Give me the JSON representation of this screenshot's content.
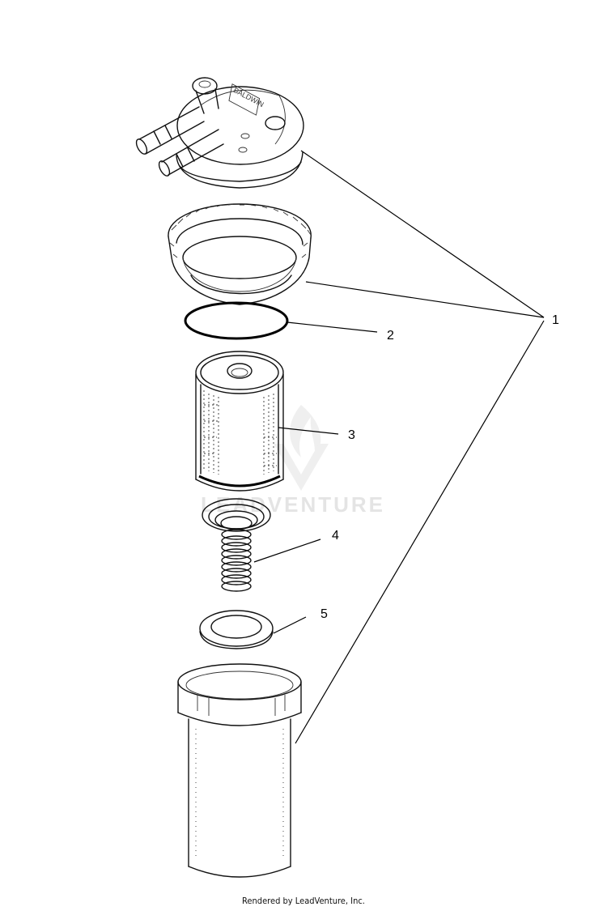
{
  "callouts": [
    "1",
    "2",
    "3",
    "4",
    "5"
  ],
  "cap_logo_text": "BALDWIN",
  "watermark": {
    "logo": "flame-v-logo",
    "text": "LEADVENTURE"
  },
  "footer": "Rendered by LeadVenture, Inc."
}
